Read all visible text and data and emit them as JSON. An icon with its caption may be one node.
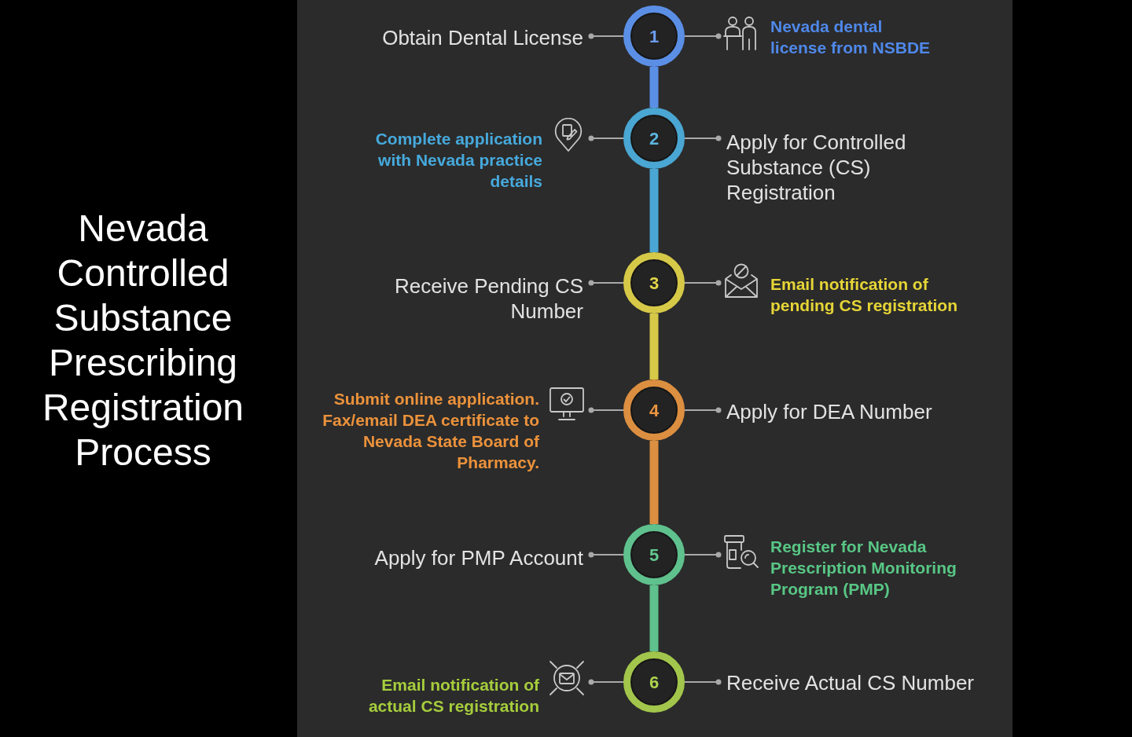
{
  "diagram": {
    "title": "Nevada Controlled Substance Prescribing Registration Process",
    "nodes": [
      {
        "text": [
          "Obtain Dental License"
        ]
      },
      {
        "text": [
          "1"
        ]
      },
      {
        "text": [
          "Nevada dental license from NSBDE"
        ]
      },
      {
        "text": [
          "Complete application with Nevada practice details"
        ]
      },
      {
        "text": [
          "2"
        ]
      },
      {
        "text": [
          "Apply for Controlled Substance (CS) Registration"
        ]
      },
      {
        "text": [
          "Receive Pending CS Number"
        ]
      },
      {
        "text": [
          "3"
        ]
      },
      {
        "text": [
          "Email notification of pending CS registration"
        ]
      },
      {
        "text": [
          "Submit online application. Fax/email DEA certificate to Nevada State Board of Pharmacy."
        ]
      },
      {
        "text": [
          "4"
        ]
      },
      {
        "text": [
          "Apply for DEA Number"
        ]
      },
      {
        "text": [
          "Apply for PMP Account"
        ]
      },
      {
        "text": [
          "5"
        ]
      },
      {
        "text": [
          "Register for Nevada Prescription Monitoring Program (PMP)"
        ]
      },
      {
        "text": [
          "Email notification of actual CS registration"
        ]
      },
      {
        "text": [
          "6"
        ]
      },
      {
        "text": [
          "Receive Actual CS Number"
        ]
      }
    ],
    "edges": [
      {
        "from": 1,
        "to": 0,
        "arrow": "other"
      },
      {
        "from": 1,
        "to": 2,
        "arrow": "other"
      },
      {
        "from": 1,
        "to": 4,
        "arrow": "none",
        "style": "thick",
        "color": "#5b8fe6"
      },
      {
        "from": 4,
        "to": 3,
        "arrow": "other"
      },
      {
        "from": 4,
        "to": 5,
        "arrow": "other"
      },
      {
        "from": 4,
        "to": 7,
        "arrow": "none",
        "style": "thick",
        "color": "#4aa6d2"
      },
      {
        "from": 7,
        "to": 6,
        "arrow": "other"
      },
      {
        "from": 7,
        "to": 8,
        "arrow": "other"
      },
      {
        "from": 7,
        "to": 10,
        "arrow": "none",
        "style": "thick",
        "color": "#d6c948"
      },
      {
        "from": 10,
        "to": 9,
        "arrow": "other"
      },
      {
        "from": 10,
        "to": 11,
        "arrow": "other"
      },
      {
        "from": 10,
        "to": 13,
        "arrow": "none",
        "style": "thick",
        "color": "#dc8f40"
      },
      {
        "from": 13,
        "to": 12,
        "arrow": "other"
      },
      {
        "from": 13,
        "to": 14,
        "arrow": "other"
      },
      {
        "from": 13,
        "to": 16,
        "arrow": "none",
        "style": "thick",
        "color": "#5fc18d"
      },
      {
        "from": 16,
        "to": 15,
        "arrow": "other"
      },
      {
        "from": 16,
        "to": 17,
        "arrow": "other"
      }
    ]
  }
}
